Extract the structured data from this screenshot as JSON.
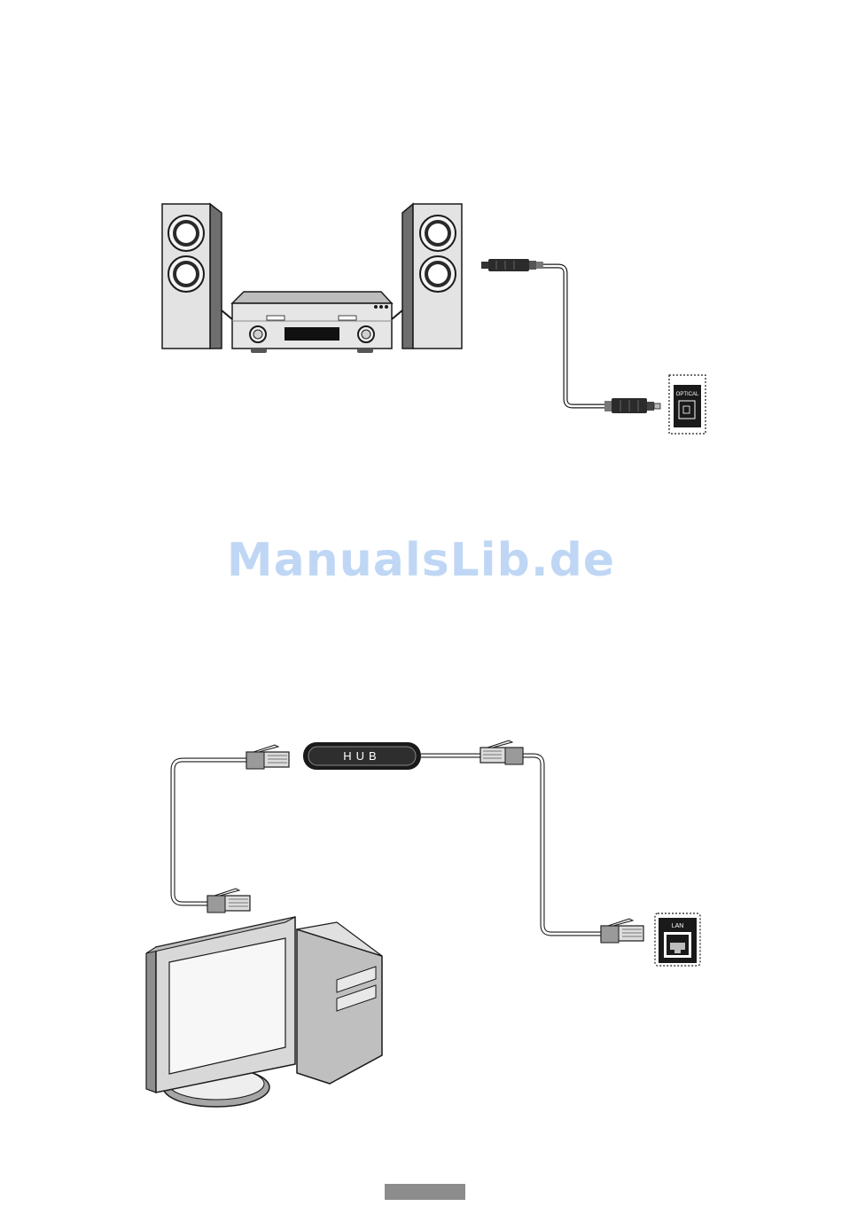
{
  "optical_diagram": {
    "port_label": "OPTICAL"
  },
  "network_diagram": {
    "hub_label": "HUB",
    "port_label": "LAN"
  },
  "watermark": {
    "text": "ManualsLib.de",
    "color": "#4a8fe0"
  },
  "colors": {
    "stroke": "#1a1a1a",
    "light_gray": "#d9d9d9",
    "mid_gray": "#a8a8a8",
    "dark_gray": "#7a7a7a",
    "page_tab": "#8c8c8c"
  }
}
